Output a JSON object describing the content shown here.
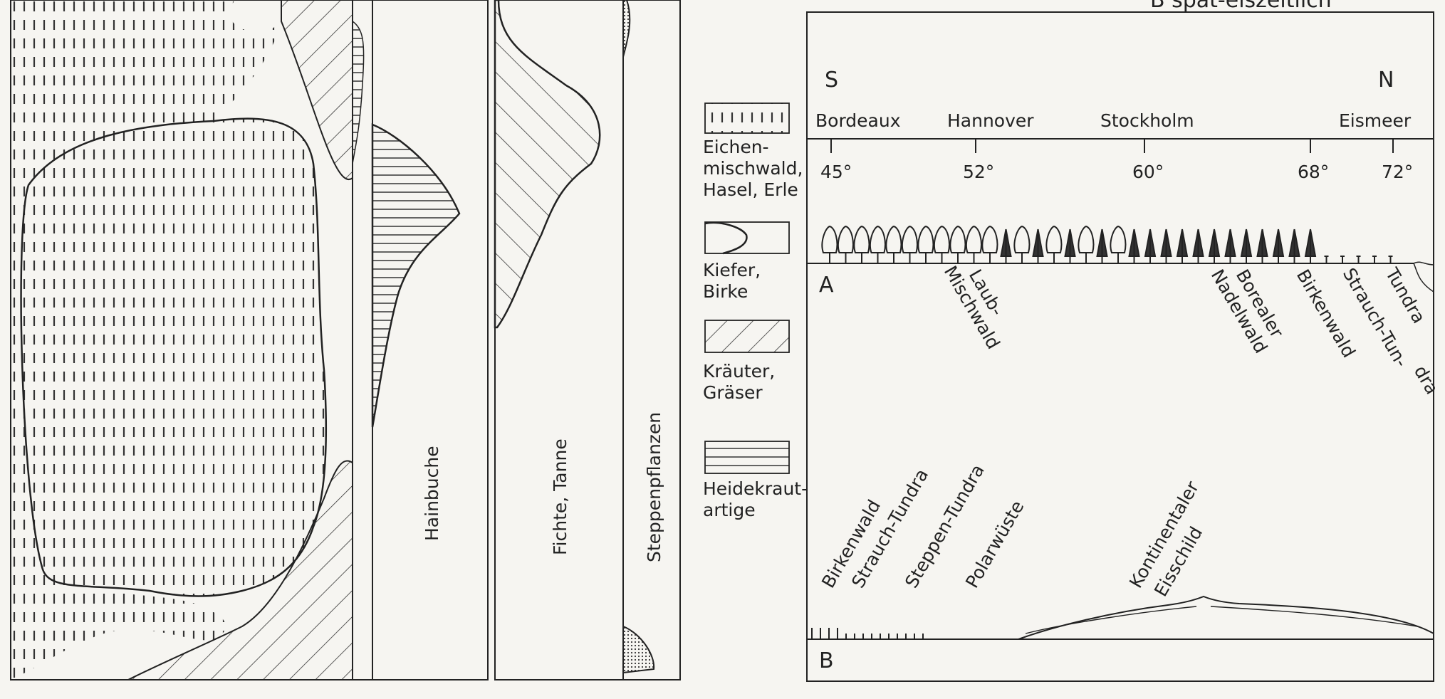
{
  "pollen_columns": [
    {
      "label": "Hainbuche"
    },
    {
      "label": "Fichte, Tanne"
    },
    {
      "label": "Steppenpflanzen"
    }
  ],
  "legend": [
    {
      "pattern": "dashed-vertical",
      "line1": "Eichen-",
      "line2": "mischwald,",
      "line3": "Hasel, Erle"
    },
    {
      "pattern": "curve-outline",
      "line1": "Kiefer,",
      "line2": "Birke"
    },
    {
      "pattern": "diagonal-hatch",
      "line1": "Kräuter,",
      "line2": "Gräser"
    },
    {
      "pattern": "horizontal-lines",
      "line1": "Heidekraut-",
      "line2": "artige"
    }
  ],
  "profile": {
    "title_partial": "B spät-eiszeitlich",
    "south": "S",
    "north": "N",
    "places": [
      "Bordeaux",
      "Hannover",
      "Stockholm",
      "Eismeer"
    ],
    "latitudes": [
      "45°",
      "52°",
      "60°",
      "68°",
      "72°"
    ],
    "section_a": "A",
    "section_b": "B",
    "zones_a": [
      "Laub-",
      "Mischwald",
      "Borealer",
      "Nadelwald",
      "Birkenwald",
      "Strauch-Tun-",
      "dra",
      "Tundra"
    ],
    "zones_b": [
      "Birkenwald",
      "Strauch-Tundra",
      "Steppen-Tundra",
      "Polarwüste",
      "Kontinentaler",
      "Eisschild"
    ]
  },
  "colors": {
    "ink": "#222222",
    "paper": "#f6f5f1"
  }
}
